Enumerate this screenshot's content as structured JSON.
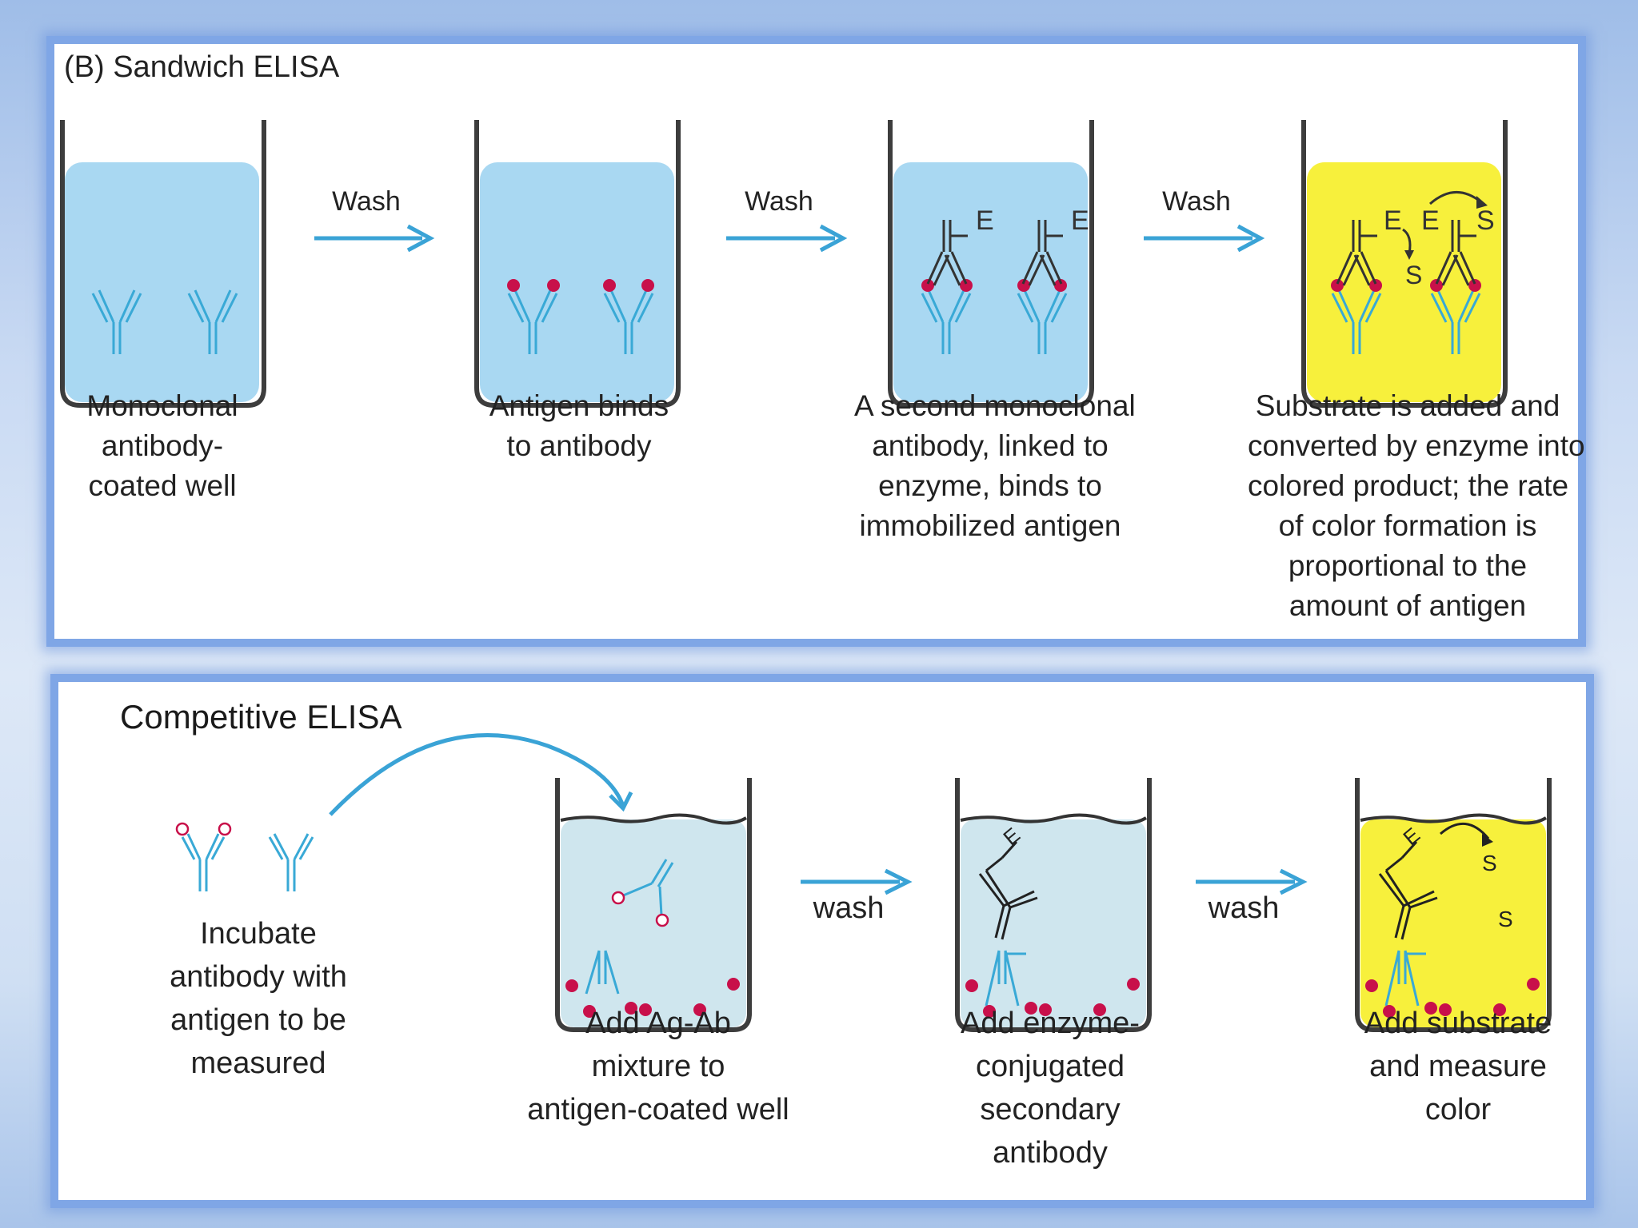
{
  "sandwich": {
    "title": "(B)  Sandwich ELISA",
    "wash_label": "Wash",
    "steps": [
      {
        "caption": [
          "Monoclonal",
          "antibody-",
          "coated well"
        ]
      },
      {
        "caption": [
          "Antigen binds",
          "to antibody"
        ]
      },
      {
        "caption": [
          "A second monoclonal",
          "antibody, linked to",
          "enzyme, binds to",
          "immobilized antigen"
        ]
      },
      {
        "caption": [
          "Substrate is added and",
          "converted by enzyme into",
          "colored product; the rate",
          "of color formation is",
          "proportional to the",
          "amount of antigen"
        ]
      }
    ],
    "enzyme_label": "E",
    "substrate_label": "S"
  },
  "competitive": {
    "title": "Competitive ELISA",
    "wash_label": "wash",
    "steps": [
      {
        "caption": [
          "Incubate",
          "antibody with",
          "antigen to be",
          "measured"
        ]
      },
      {
        "caption": [
          "Add Ag-Ab",
          "mixture to",
          "antigen-coated well"
        ]
      },
      {
        "caption": [
          "Add enzyme-",
          "conjugated",
          "secondary",
          "antibody"
        ]
      },
      {
        "caption": [
          "Add substrate",
          "and measure",
          "color"
        ]
      }
    ],
    "enzyme_label": "E",
    "substrate_label": "S"
  },
  "colors": {
    "well_buffer": "#a9d8f2",
    "well_buffer_pale": "#cfe6ee",
    "substrate_yellow": "#f7f03c",
    "antibody_blue": "#39a9d6",
    "antigen_red": "#c8104a",
    "arrow_blue": "#3aa3d6"
  }
}
